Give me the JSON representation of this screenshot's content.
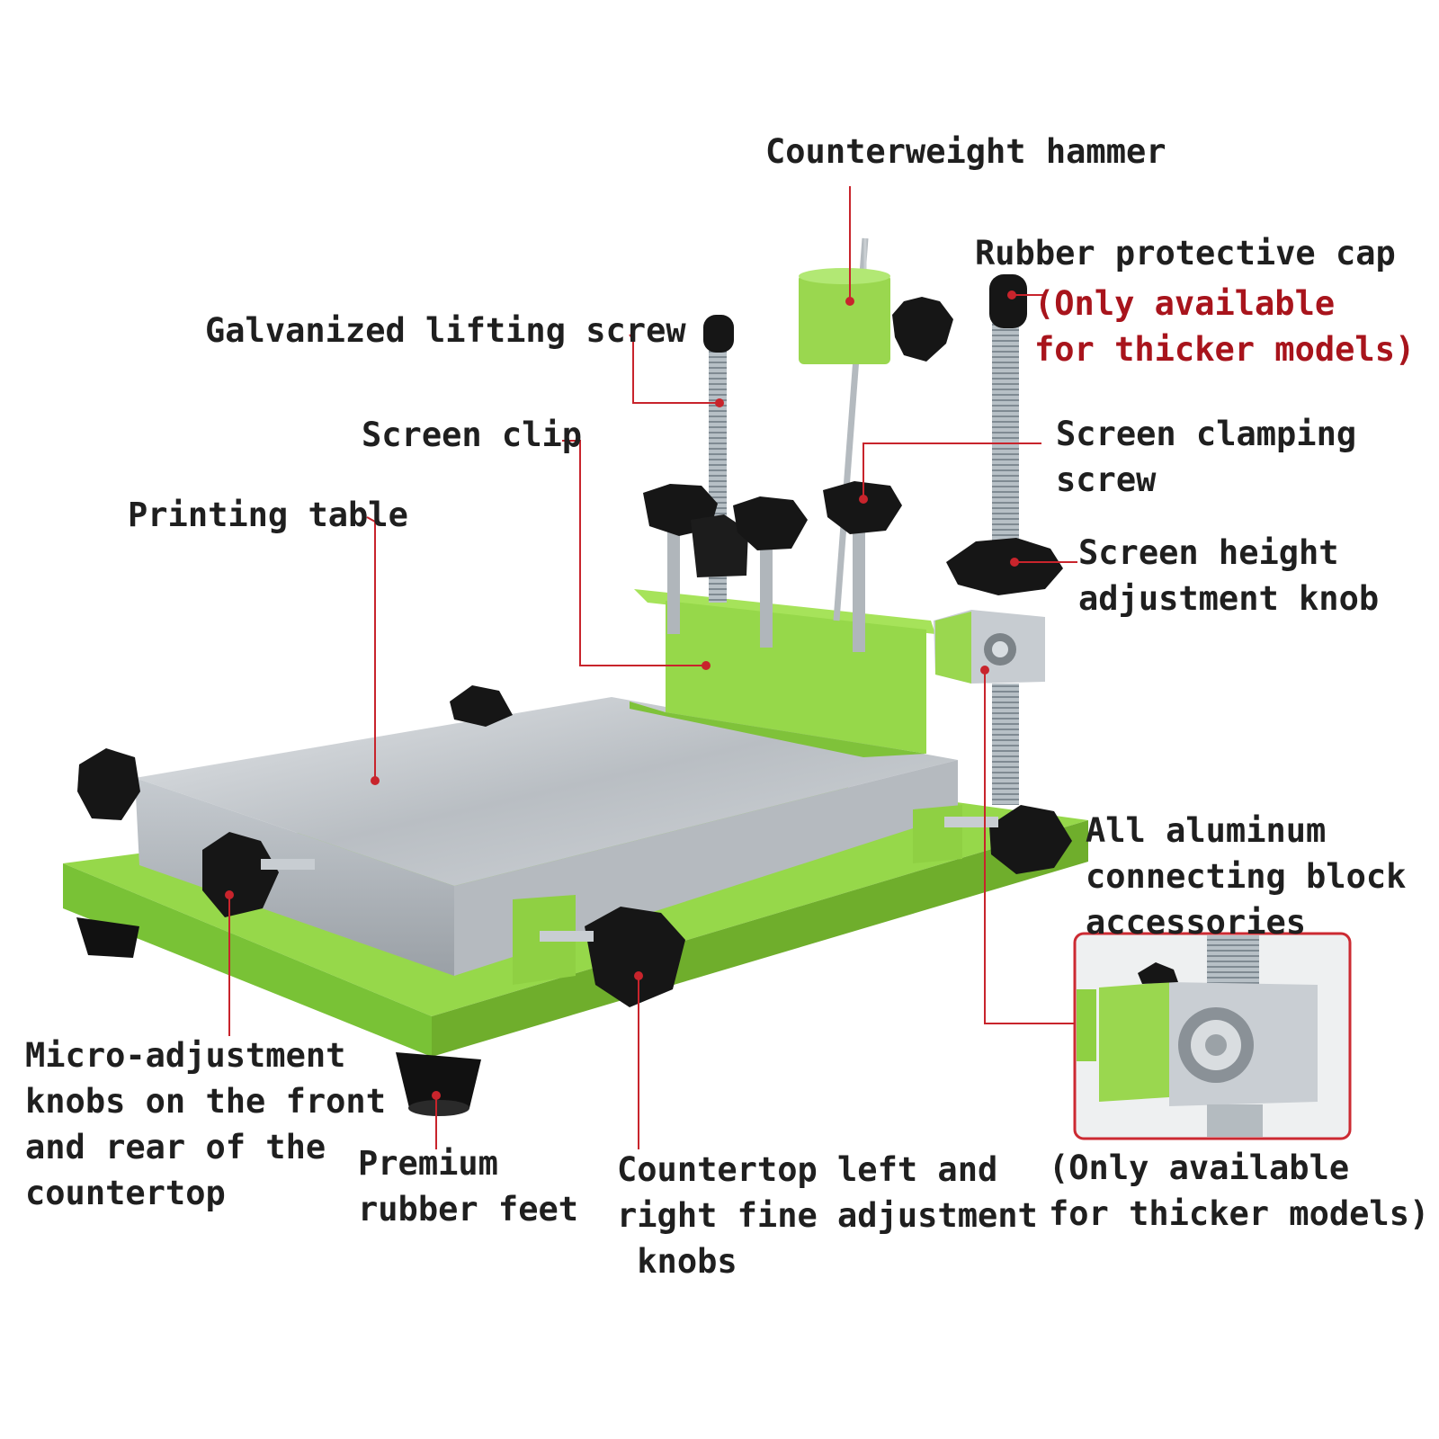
{
  "colors": {
    "label_text": "#1f1f1f",
    "note_text": "#a8141c",
    "leader_line": "#c8242c",
    "machine_green": "#96d84a",
    "machine_green_dark": "#6fae2c",
    "aluminum": "#c4c8cc",
    "knob_black": "#151515",
    "thread_steel": "#a9b2b8"
  },
  "labels": {
    "counterweight_hammer": [
      "Counterweight hammer"
    ],
    "rubber_protective_cap": [
      "Rubber protective cap"
    ],
    "rubber_cap_note": [
      "(Only available",
      "for thicker models)"
    ],
    "galvanized_lifting_screw": [
      "Galvanized lifting screw"
    ],
    "screen_clip": [
      "Screen clip"
    ],
    "screen_clamping_screw": [
      "Screen clamping",
      "screw"
    ],
    "printing_table": [
      "Printing table"
    ],
    "screen_height_adjustment_knob": [
      "Screen height",
      "adjustment knob"
    ],
    "all_aluminum_connecting_block": [
      "All aluminum",
      "connecting block",
      "accessories"
    ],
    "micro_adjustment_knobs": [
      "Micro-adjustment",
      "knobs on the front",
      "and rear of the",
      "countertop"
    ],
    "premium_rubber_feet": [
      "Premium",
      "rubber feet"
    ],
    "countertop_fine_adjustment_knobs": [
      "Countertop left and",
      "right fine adjustment",
      " knobs"
    ],
    "inset_note": [
      "(Only available",
      "for thicker models)"
    ]
  },
  "icons": {
    "machine": "screen-printing-press-illustration",
    "inset": "aluminum-connecting-block-closeup"
  }
}
